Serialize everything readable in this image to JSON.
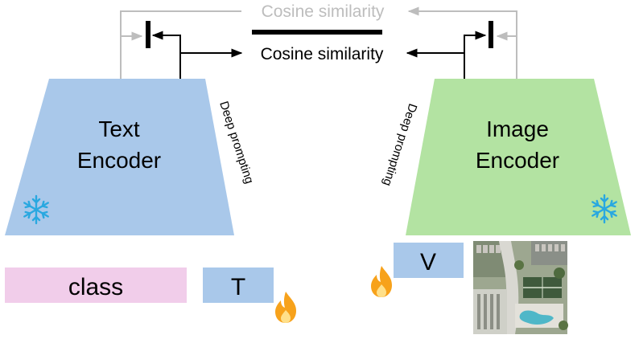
{
  "text_encoder": {
    "line1": "Text",
    "line2": "Encoder",
    "fill": "#a9c8ea"
  },
  "image_encoder": {
    "line1": "Image",
    "line2": "Encoder",
    "fill": "#b3e3a2"
  },
  "similarity": {
    "faded_label": "Cosine similarity",
    "label": "Cosine similarity"
  },
  "deep_prompting_left": "Deep prompting",
  "deep_prompting_right": "Deep prompting",
  "class_token": {
    "label": "class",
    "fill": "#f1cdea"
  },
  "text_prompt": {
    "label": "T",
    "fill": "#a9c8ea"
  },
  "visual_prompt": {
    "label": "V",
    "fill": "#a9c8ea"
  },
  "icons": {
    "frozen": "snowflake-icon",
    "trainable": "fire-icon"
  },
  "colors": {
    "faded_line": "#bdbdbd",
    "line": "#000000",
    "snowflake": "#29a8e0",
    "fire": "#f7a21b"
  }
}
